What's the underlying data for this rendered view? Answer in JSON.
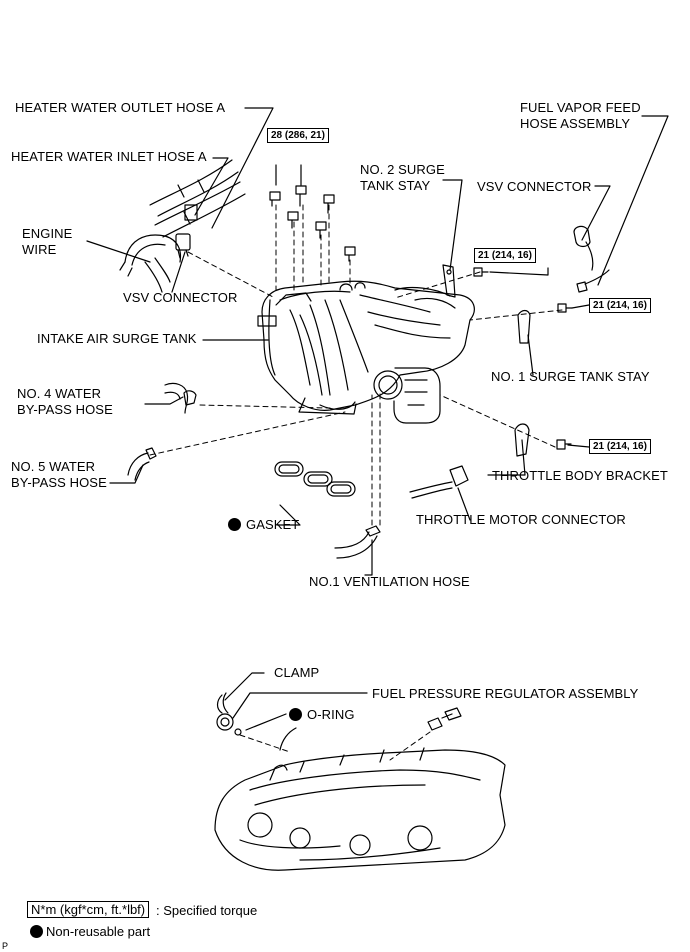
{
  "labels": {
    "heater_outlet": "HEATER WATER OUTLET HOSE A",
    "heater_inlet": "HEATER WATER INLET HOSE A",
    "engine_wire": "ENGINE\nWIRE",
    "vsv_connector_left": "VSV CONNECTOR",
    "intake_surge_tank": "INTAKE AIR SURGE TANK",
    "no4_water_bypass": "NO. 4 WATER\nBY-PASS HOSE",
    "no5_water_bypass": "NO. 5 WATER\nBY-PASS HOSE",
    "gasket": "GASKET",
    "fuel_vapor_feed": "FUEL VAPOR FEED\nHOSE ASSEMBLY",
    "no2_surge_stay": "NO. 2 SURGE\nTANK STAY",
    "vsv_connector_right": "VSV CONNECTOR",
    "no1_surge_stay": "NO. 1 SURGE TANK STAY",
    "throttle_bracket": "THROTTLE BODY BRACKET",
    "throttle_motor_connector": "THROTTLE MOTOR CONNECTOR",
    "no1_ventilation": "NO.1 VENTILATION HOSE",
    "clamp": "CLAMP",
    "fuel_pressure_regulator": "FUEL PRESSURE REGULATOR ASSEMBLY",
    "o_ring": "O-RING"
  },
  "torques": {
    "t28": "28 (286, 21)",
    "t21_a": "21 (214, 16)",
    "t21_b": "21 (214, 16)",
    "t21_c": "21 (214, 16)"
  },
  "legend": {
    "torque_unit": "N*m (kgf*cm, ft.*lbf)",
    "torque_desc": ": Specified torque",
    "non_reusable": "Non-reusable part"
  },
  "figure_code": "P"
}
